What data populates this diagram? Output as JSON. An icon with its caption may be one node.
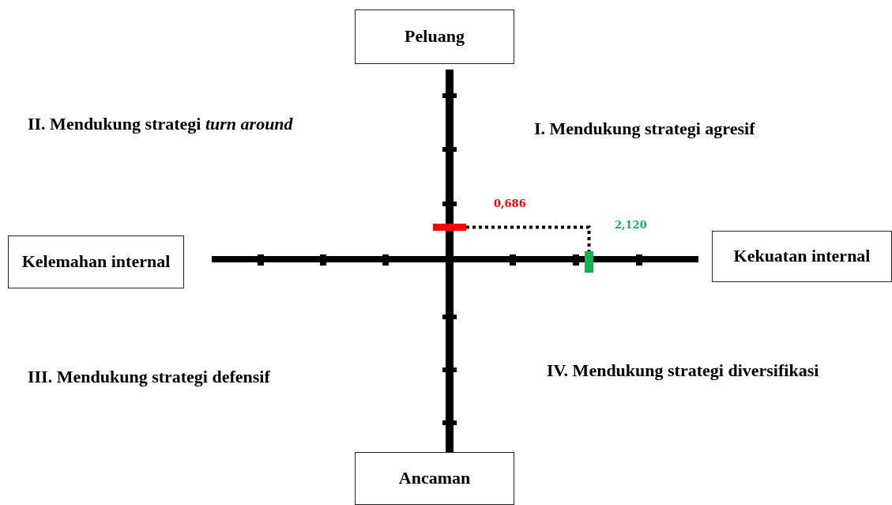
{
  "diagram": {
    "nodes": [
      {
        "text": [
          "Peluang"
        ]
      },
      {
        "text": [
          "Kelemahan internal"
        ]
      },
      {
        "text": [
          "Kekuatan internal"
        ]
      },
      {
        "text": [
          "Ancaman"
        ]
      },
      {
        "text": [],
        "shape": "bar",
        "beside": [
          "0,686"
        ]
      },
      {
        "text": [],
        "shape": "bar",
        "beside": [
          "2,120"
        ]
      }
    ],
    "edges": [
      {
        "from": 4,
        "to": 5,
        "arrow": "none",
        "style": "dashed"
      }
    ],
    "labels": [
      "II. Mendukung strategi *turn around*",
      "I. Mendukung strategi agresif",
      "III. Mendukung strategi defensif",
      "IV. Mendukung strategi diversifikasi"
    ]
  }
}
